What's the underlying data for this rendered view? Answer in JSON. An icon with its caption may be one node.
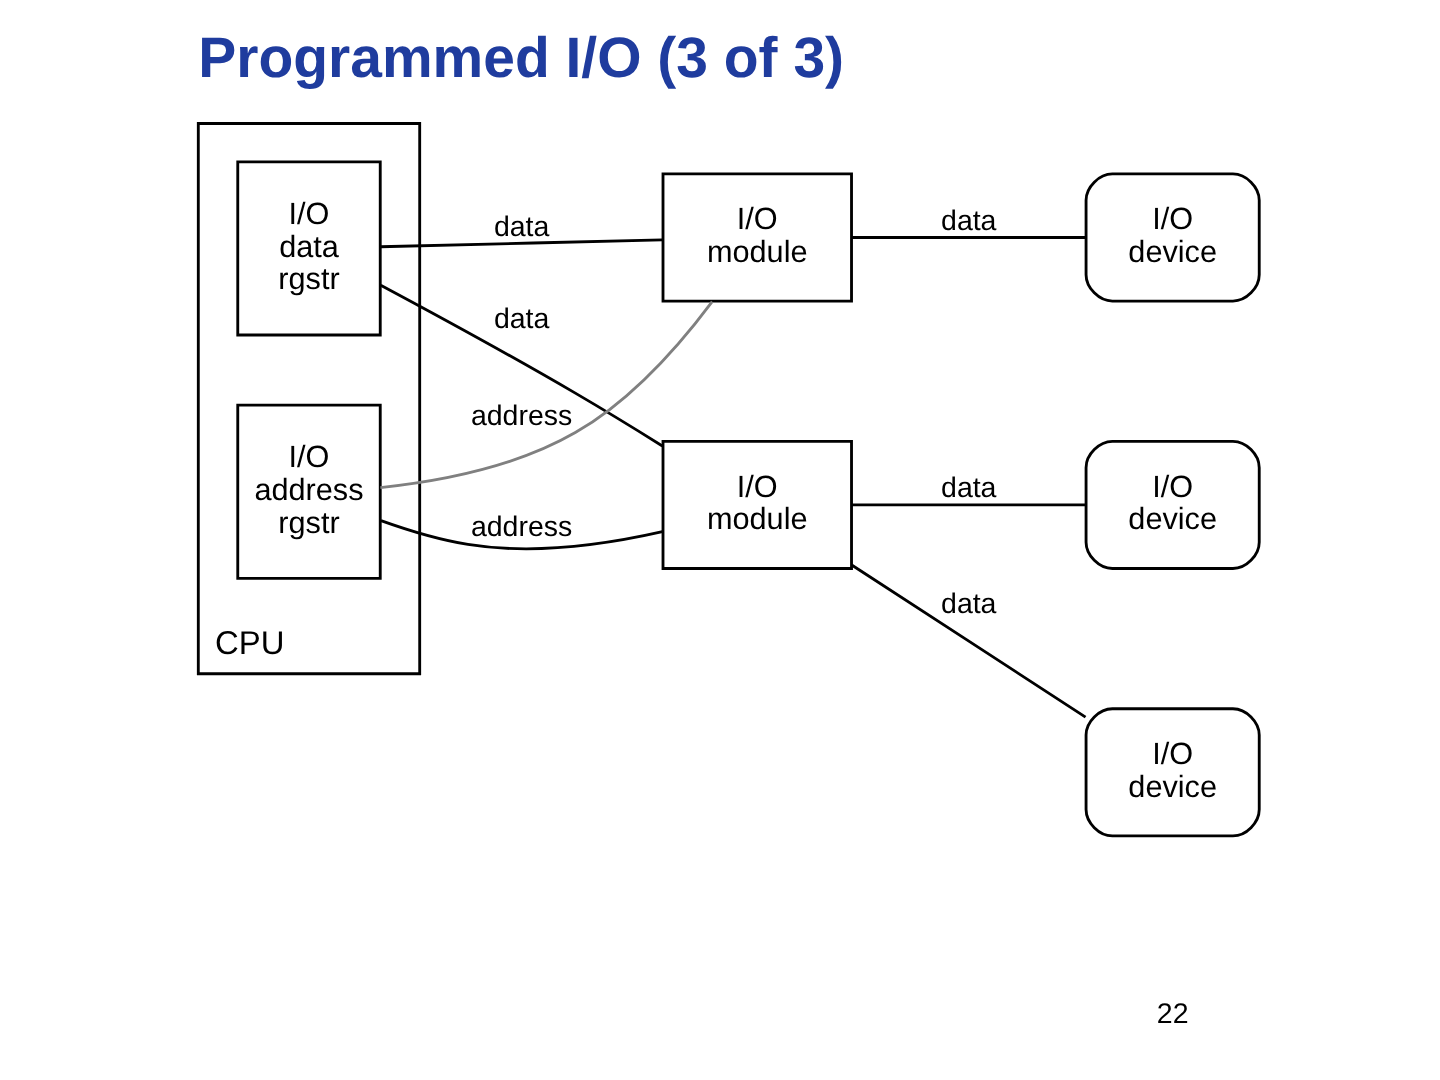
{
  "diagram": {
    "title": "Programmed I/O (3 of 3)",
    "nodes": [
      {
        "text": [
          "CPU"
        ]
      },
      {
        "text": [
          "I/O data rgstr"
        ],
        "in": 0
      },
      {
        "text": [
          "I/O address rgstr"
        ],
        "in": 0
      },
      {
        "text": [
          "I/O module"
        ]
      },
      {
        "text": [
          "I/O device"
        ]
      },
      {
        "text": [
          "I/O device"
        ]
      },
      {
        "text": [
          "I/O module"
        ]
      },
      {
        "text": [
          "I/O device"
        ]
      }
    ],
    "edges": [
      {
        "from": 1,
        "to": 3,
        "label": "data",
        "arrow": "none"
      },
      {
        "from": 2,
        "to": 3,
        "label": "address",
        "arrow": "none",
        "color": "#808080"
      },
      {
        "from": 3,
        "to": 4,
        "label": "data",
        "arrow": "none"
      },
      {
        "from": 1,
        "to": 6,
        "label": "data",
        "arrow": "none"
      },
      {
        "from": 2,
        "to": 6,
        "label": "address",
        "arrow": "none"
      },
      {
        "from": 6,
        "to": 5,
        "label": "data",
        "arrow": "none"
      },
      {
        "from": 6,
        "to": 7,
        "label": "data",
        "arrow": "none"
      }
    ],
    "labels": [
      "22"
    ]
  }
}
